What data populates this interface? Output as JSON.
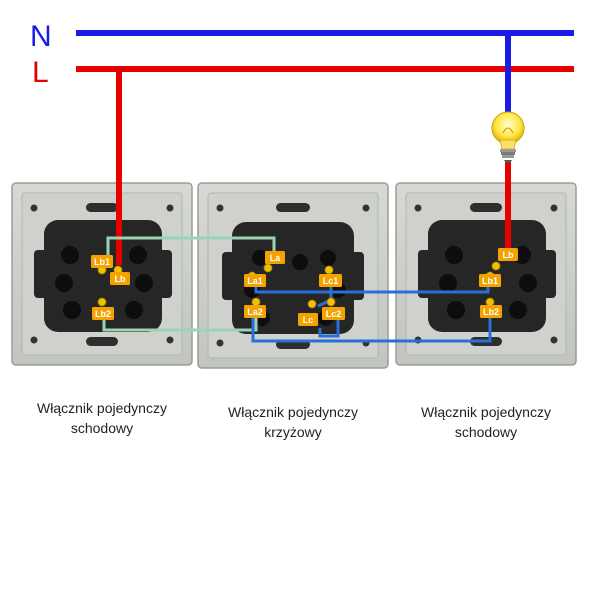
{
  "bus": {
    "neutral_label": "N",
    "live_label": "L",
    "colors": {
      "neutral": "#1a1ae6",
      "live": "#e60000",
      "link_green": "#9ad4b4",
      "link_blue": "#2a6fd6",
      "terminal": "#f3a200"
    }
  },
  "switches": [
    {
      "caption_line1": "Włącznik pojedynczy",
      "caption_line2": "schodowy",
      "terminals": {
        "lb1": "Lb1",
        "lb": "Lb",
        "lb2": "Lb2"
      }
    },
    {
      "caption_line1": "Włącznik pojedynczy",
      "caption_line2": "krzyżowy",
      "terminals": {
        "la": "La",
        "la1": "La1",
        "lc1": "Lc1",
        "la2": "La2",
        "lc": "Lc",
        "lc2": "Lc2"
      }
    },
    {
      "caption_line1": "Włącznik pojedynczy",
      "caption_line2": "schodowy",
      "terminals": {
        "lb": "Lb",
        "lb1": "Lb1",
        "lb2": "Lb2"
      }
    }
  ],
  "icons": {
    "lamp": "light-bulb-icon"
  }
}
